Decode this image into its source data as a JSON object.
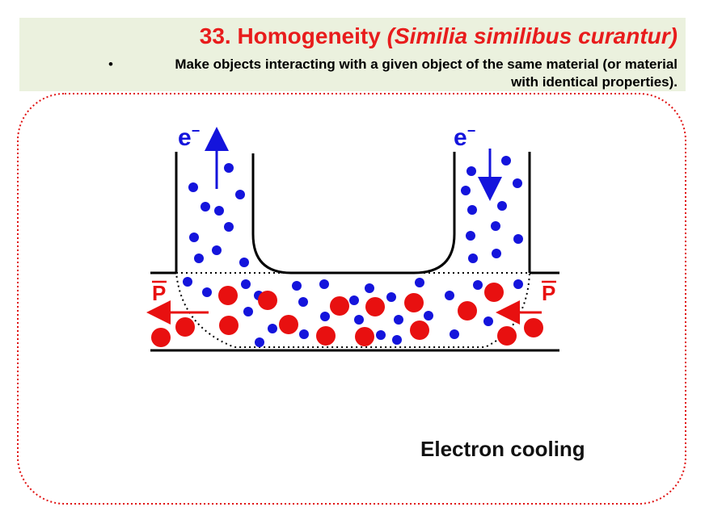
{
  "header": {
    "number": "33. Homogeneity ",
    "latin": "(Similia similibus curantur)",
    "bullet": "Make objects interacting with a given object of the same material (or material with identical properties)."
  },
  "diagram": {
    "electron_label_left": "e",
    "electron_label_right": "e",
    "electron_sup": "−",
    "proton_label_left": "P",
    "proton_label_right": "P",
    "caption": "Electron cooling",
    "colors": {
      "electron": "#1414dc",
      "proton": "#e81010",
      "title": "#e81c1c",
      "header_bg": "#ebf1de",
      "frame": "#e01010"
    }
  }
}
